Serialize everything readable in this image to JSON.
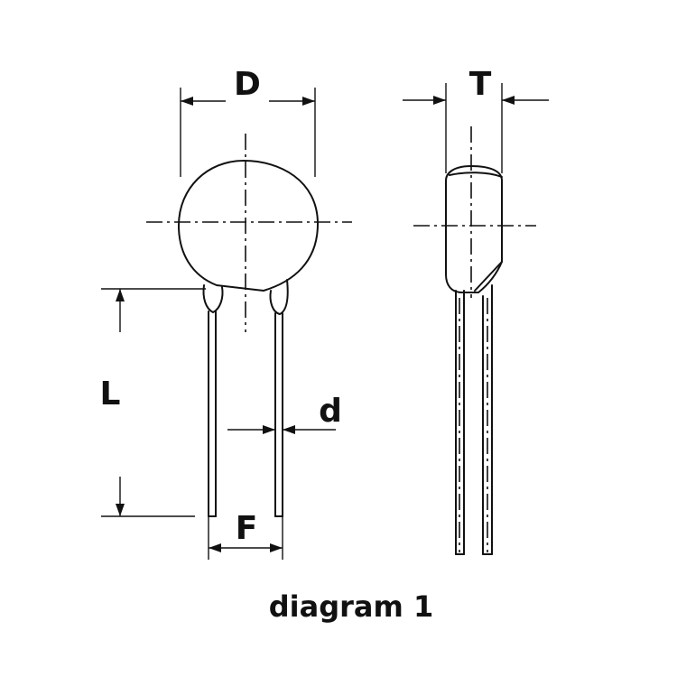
{
  "diagram": {
    "labels": {
      "D": "D",
      "T": "T",
      "L": "L",
      "d": "d",
      "F": "F"
    },
    "caption": "diagram 1"
  }
}
